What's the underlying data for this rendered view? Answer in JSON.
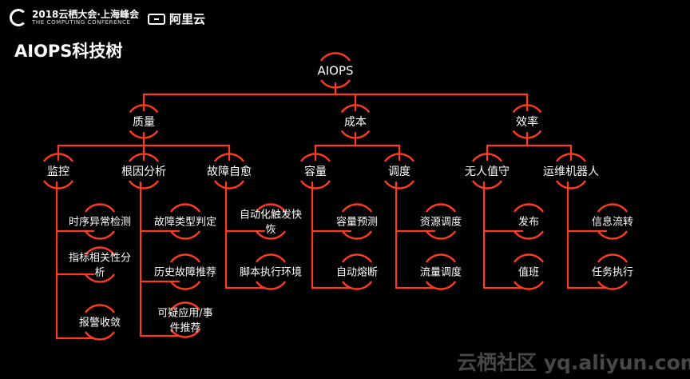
{
  "header": {
    "conference_title": "2018云栖大会·上海峰会",
    "conference_subtitle": "THE COMPUTING CONFERENCE",
    "conference_logo": "computing-conference-logo-icon",
    "alibaba_cloud_logo": "alibaba-cloud-logo-icon",
    "alibaba_cloud_name": "阿里云"
  },
  "title": "AIOPS科技树",
  "watermark": "云栖社区 yq.aliyun.com",
  "colors": {
    "background": "#000000",
    "line": "#ff3b1f",
    "text": "#ffffff"
  },
  "tree": {
    "root": "AIOPS",
    "branches": [
      {
        "label": "质量",
        "children": [
          {
            "label": "监控",
            "leaves": [
              [
                "时序异常检测"
              ],
              [
                "指标相关性分",
                "析"
              ],
              [
                "报警收敛"
              ]
            ]
          },
          {
            "label": "根因分析",
            "leaves": [
              [
                "故障类型判定"
              ],
              [
                "历史故障推荐"
              ],
              [
                "可疑应用/事",
                "件推荐"
              ]
            ]
          },
          {
            "label": "故障自愈",
            "leaves": [
              [
                "自动化触发快",
                "恢"
              ],
              [
                "脚本执行环境"
              ]
            ]
          }
        ]
      },
      {
        "label": "成本",
        "children": [
          {
            "label": "容量",
            "leaves": [
              [
                "容量预测"
              ],
              [
                "自动熔断"
              ]
            ]
          },
          {
            "label": "调度",
            "leaves": [
              [
                "资源调度"
              ],
              [
                "流量调度"
              ]
            ]
          }
        ]
      },
      {
        "label": "效率",
        "children": [
          {
            "label": "无人值守",
            "leaves": [
              [
                "发布"
              ],
              [
                "值班"
              ]
            ]
          },
          {
            "label": "运维机器人",
            "leaves": [
              [
                "信息流转"
              ],
              [
                "任务执行"
              ]
            ]
          }
        ]
      }
    ]
  }
}
